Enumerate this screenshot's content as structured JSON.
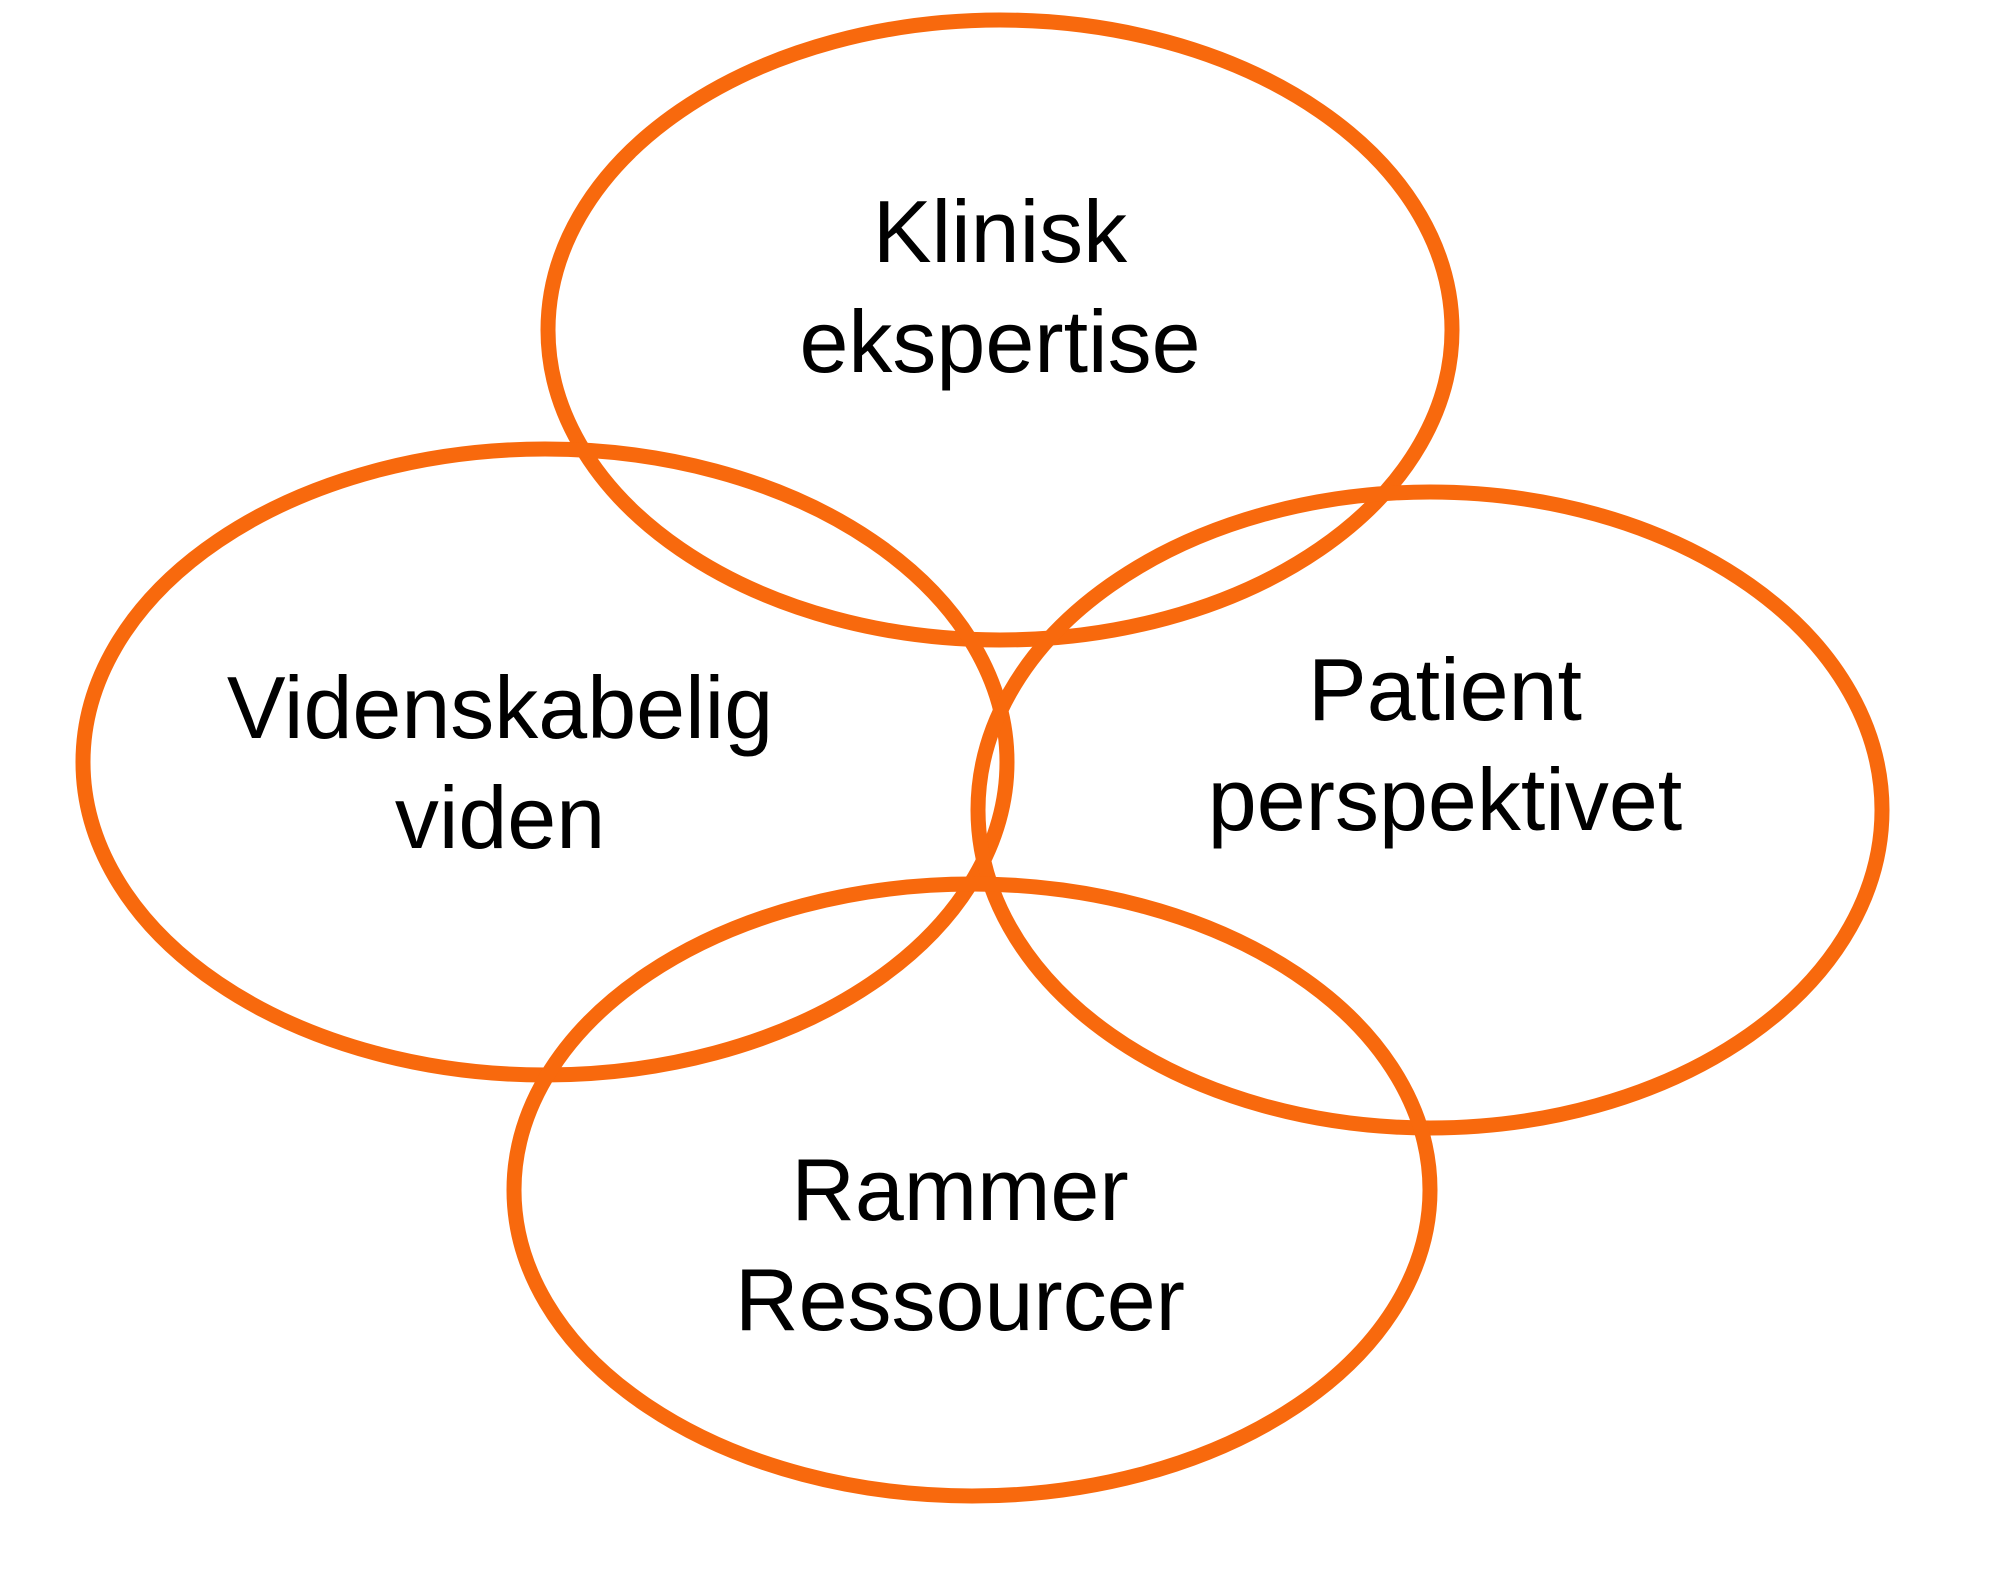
{
  "diagram": {
    "type": "venn-4-ellipses",
    "description": "Four overlapping ellipses forming a clover-shaped evidence-based practice model",
    "colors": {
      "ellipse_stroke": "#F8690D",
      "label_text": "#000000",
      "background": "#FFFFFF"
    },
    "ellipses": [
      {
        "name": "klinisk-ekspertise",
        "position": "top",
        "lines": [
          "Klinisk",
          "ekspertise"
        ]
      },
      {
        "name": "videnskabelig-viden",
        "position": "left",
        "lines": [
          "Videnskabelig",
          "viden"
        ]
      },
      {
        "name": "patient-perspektivet",
        "position": "right",
        "lines": [
          "Patient",
          "perspektivet"
        ]
      },
      {
        "name": "rammer-ressourcer",
        "position": "bottom",
        "lines": [
          "Rammer",
          "Ressourcer"
        ]
      }
    ]
  }
}
